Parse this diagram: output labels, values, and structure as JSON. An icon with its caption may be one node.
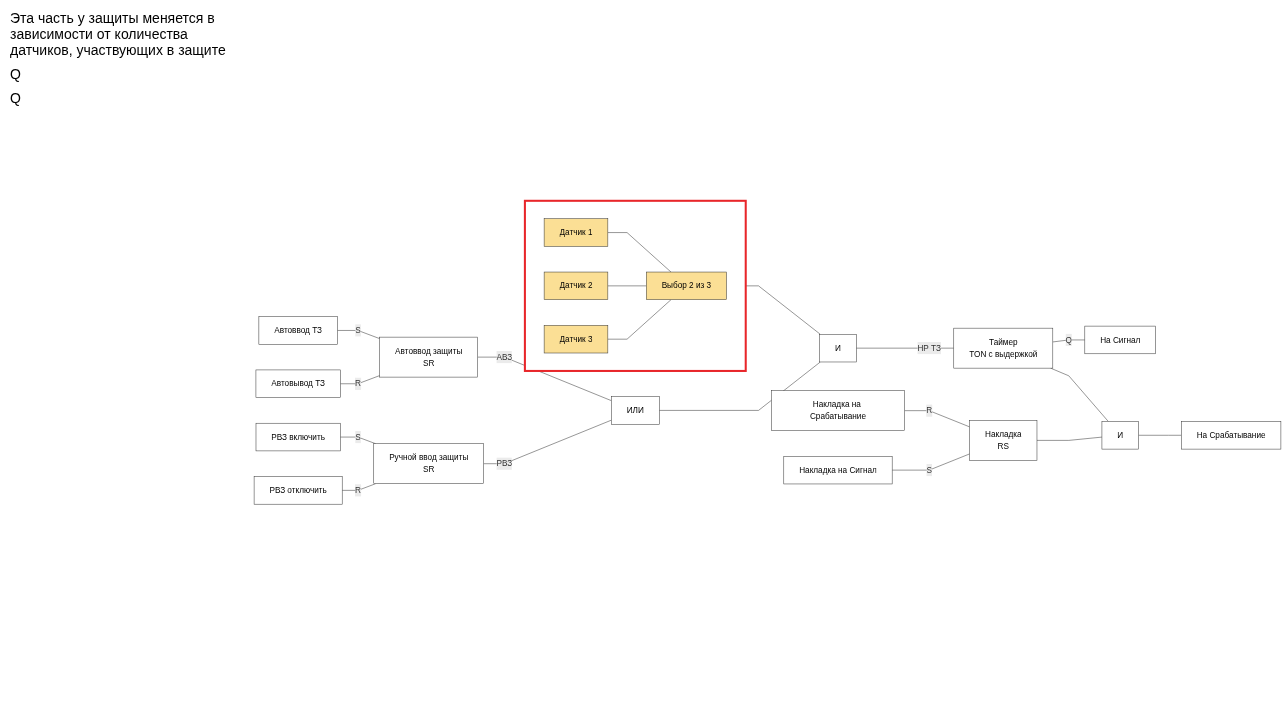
{
  "diagram": {
    "nodes": [
      {
        "text": [],
        "shape": "box"
      },
      {
        "text": [
          "Датчик 1"
        ],
        "in": 0
      },
      {
        "text": [
          "Датчик 2"
        ],
        "in": 0
      },
      {
        "text": [
          "Датчик 3"
        ],
        "in": 0
      },
      {
        "text": [
          "Выбор 2 из 3"
        ],
        "in": 0
      },
      {
        "text": [
          "И"
        ]
      },
      {
        "text": [
          "Автоввод ТЗ"
        ]
      },
      {
        "text": [
          "Автовывод ТЗ"
        ]
      },
      {
        "text": [
          "Автоввод защиты",
          "SR"
        ]
      },
      {
        "text": [
          "РВЗ включить"
        ]
      },
      {
        "text": [
          "РВЗ отключить"
        ]
      },
      {
        "text": [
          "Ручной ввод защиты",
          "SR"
        ]
      },
      {
        "text": [
          "ИЛИ"
        ]
      },
      {
        "text": [
          "Таймер",
          "TON с выдержкой"
        ]
      },
      {
        "text": [
          "Накладка на Срабатывание"
        ]
      },
      {
        "text": [
          "Накладка на Сигнал"
        ]
      },
      {
        "text": [
          "Накладка",
          "RS"
        ]
      },
      {
        "text": [
          "И"
        ]
      },
      {
        "text": [
          "На Сигнал"
        ]
      },
      {
        "text": [
          "На Срабатывание"
        ]
      }
    ],
    "edges": [
      {
        "from": 1,
        "to": 4,
        "arrow": "none"
      },
      {
        "from": 2,
        "to": 4,
        "arrow": "none"
      },
      {
        "from": 3,
        "to": 4,
        "arrow": "none"
      },
      {
        "from": 0,
        "to": 5,
        "arrow": "none"
      },
      {
        "from": 6,
        "to": 8,
        "arrow": "none",
        "label": "S"
      },
      {
        "from": 7,
        "to": 8,
        "arrow": "none",
        "label": "R"
      },
      {
        "from": 9,
        "to": 11,
        "arrow": "none",
        "label": "S"
      },
      {
        "from": 10,
        "to": 11,
        "arrow": "none",
        "label": "R"
      },
      {
        "from": 8,
        "to": 12,
        "arrow": "none",
        "label": "АВЗ"
      },
      {
        "from": 11,
        "to": 12,
        "arrow": "none",
        "label": "РВЗ"
      },
      {
        "from": 12,
        "to": 5,
        "arrow": "none"
      },
      {
        "from": 5,
        "to": 13,
        "arrow": "none",
        "label": "НР ТЗ"
      },
      {
        "from": 13,
        "to": 18,
        "arrow": "none",
        "label": "Q"
      },
      {
        "from": 13,
        "to": 17,
        "arrow": "none"
      },
      {
        "from": 14,
        "to": 16,
        "arrow": "none",
        "label": "R"
      },
      {
        "from": 15,
        "to": 16,
        "arrow": "none",
        "label": "S"
      },
      {
        "from": 16,
        "to": 17,
        "arrow": "none"
      },
      {
        "from": 17,
        "to": 19,
        "arrow": "none"
      }
    ],
    "labels": [
      "Эта часть у защиты меняется в зависимости от количества датчиков, участвующих в защите",
      "Q",
      "Q"
    ]
  }
}
